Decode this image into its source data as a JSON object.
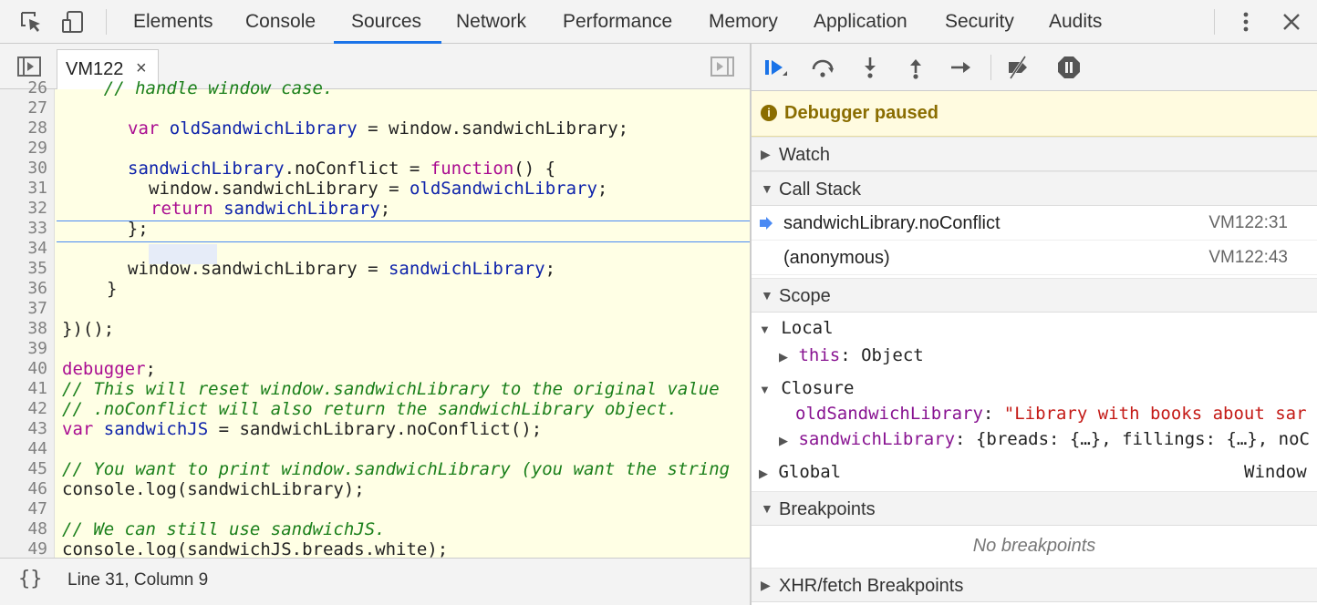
{
  "toolbar": {
    "tabs": [
      "Elements",
      "Console",
      "Sources",
      "Network",
      "Performance",
      "Memory",
      "Application",
      "Security",
      "Audits"
    ],
    "active_tab": "Sources",
    "accent": "#1a73e8"
  },
  "editor": {
    "file_tab": "VM122",
    "close_glyph": "×",
    "status_icon": "{}",
    "status": "Line 31, Column 9",
    "line_numbers": [
      "26",
      "27",
      "28",
      "29",
      "30",
      "31",
      "32",
      "33",
      "34",
      "35",
      "36",
      "37",
      "38",
      "39",
      "40",
      "41",
      "42",
      "43",
      "44",
      "45",
      "46",
      "47",
      "48",
      "49"
    ],
    "lines": {
      "l26": "    // handle window case.",
      "l28_kw": "var",
      "l28_var": "oldSandwichLibrary",
      "l28_rest": " = window.sandwichLibrary;",
      "l30_obj": "sandwichLibrary",
      "l30_mid": ".noConflict = ",
      "l30_kw": "function",
      "l30_rest": "() {",
      "l31_a": "window",
      "l31_b": ".sandwichLibrary = ",
      "l31_c": "oldSandwichLibrary",
      "l31_d": ";",
      "l32_kw": "return",
      "l32_var": "sandwichLibrary",
      "l32_rest": ";",
      "l33": "    };",
      "l35_a": "window.sandwichLibrary = ",
      "l35_b": "sandwichLibrary",
      "l35_c": ";",
      "l36": "}",
      "l38": "})();",
      "l40_kw": "debugger",
      "l40_rest": ";",
      "l41": "// This will reset window.sandwichLibrary to the original value",
      "l42": "// .noConflict will also return the sandwichLibrary object.",
      "l43_kw": "var",
      "l43_var": "sandwichJS",
      "l43_rest": " = sandwichLibrary.noConflict();",
      "l45": "// You want to print window.sandwichLibrary (you want the string",
      "l46": "console.log(sandwichLibrary);",
      "l48": "// We can still use sandwichJS.",
      "l49": "console.log(sandwichJS.breads.white);"
    }
  },
  "debugger": {
    "paused_label": "Debugger paused",
    "paused_icon": "i",
    "sections": {
      "watch": "Watch",
      "call_stack": "Call Stack",
      "scope": "Scope",
      "breakpoints": "Breakpoints",
      "xhr": "XHR/fetch Breakpoints"
    },
    "call_stack": [
      {
        "fn": "sandwichLibrary.noConflict",
        "loc": "VM122:31"
      },
      {
        "fn": "(anonymous)",
        "loc": "VM122:43"
      }
    ],
    "scope": {
      "local_label": "Local",
      "this_name": "this",
      "this_sep": ": ",
      "this_val": "Object",
      "closure_label": "Closure",
      "old_name": "oldSandwichLibrary",
      "old_sep": ": ",
      "old_val": "\"Library with books about sar",
      "sl_name": "sandwichLibrary",
      "sl_sep": ": ",
      "sl_val": "{breads: {…}, fillings: {…}, noC",
      "global_label": "Global",
      "global_val": "Window"
    },
    "no_breakpoints": "No breakpoints"
  }
}
